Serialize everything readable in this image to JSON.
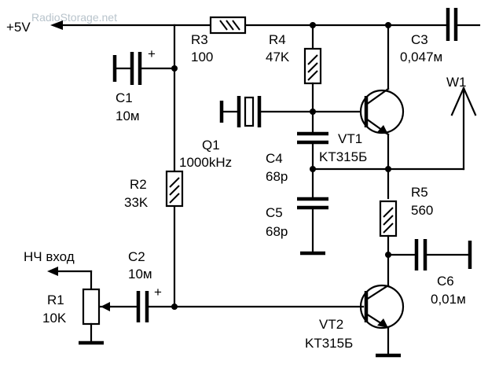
{
  "watermark": "RadioStorage.net",
  "supply": {
    "label": "+5V"
  },
  "input": {
    "label": "НЧ вход"
  },
  "components": {
    "R1": {
      "ref": "R1",
      "value": "10K"
    },
    "R2": {
      "ref": "R2",
      "value": "33K"
    },
    "R3": {
      "ref": "R3",
      "value": "100"
    },
    "R4": {
      "ref": "R4",
      "value": "47K"
    },
    "R5": {
      "ref": "R5",
      "value": "560"
    },
    "C1": {
      "ref": "C1",
      "value": "10м",
      "polarity": "+"
    },
    "C2": {
      "ref": "C2",
      "value": "10м",
      "polarity": "+"
    },
    "C3": {
      "ref": "C3",
      "value": "0,047м"
    },
    "C4": {
      "ref": "C4",
      "value": "68p"
    },
    "C5": {
      "ref": "C5",
      "value": "68p"
    },
    "C6": {
      "ref": "C6",
      "value": "0,01м"
    },
    "Q1": {
      "ref": "Q1",
      "value": "1000kHz"
    },
    "VT1": {
      "ref": "VT1",
      "value": "KT315Б"
    },
    "VT2": {
      "ref": "VT2",
      "value": "KT315Б"
    },
    "W1": {
      "ref": "W1"
    }
  }
}
